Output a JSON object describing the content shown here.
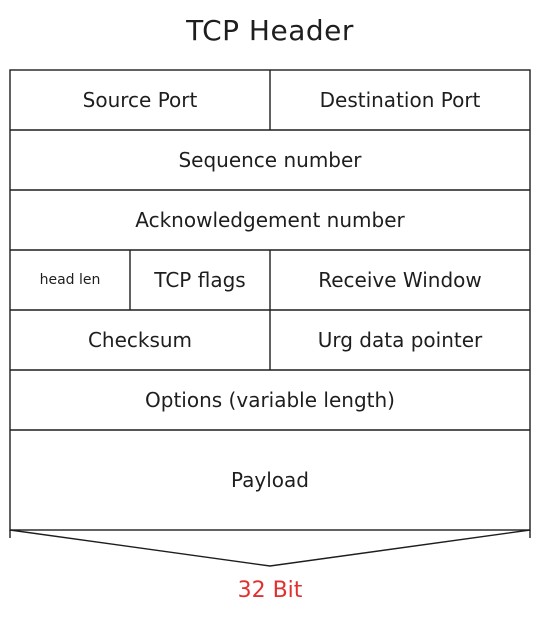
{
  "title": "TCP Header",
  "rows": [
    [
      "Source Port",
      "Destination Port"
    ],
    [
      "Sequence number"
    ],
    [
      "Acknowledgement number"
    ],
    [
      "head len",
      "TCP flags",
      "Receive Window"
    ],
    [
      "Checksum",
      "Urg data pointer"
    ],
    [
      "Options (variable length)"
    ],
    [
      "Payload"
    ]
  ],
  "width_label": "32 Bit",
  "colors": {
    "stroke": "#1e1e1e",
    "width_label": "#e03131"
  }
}
